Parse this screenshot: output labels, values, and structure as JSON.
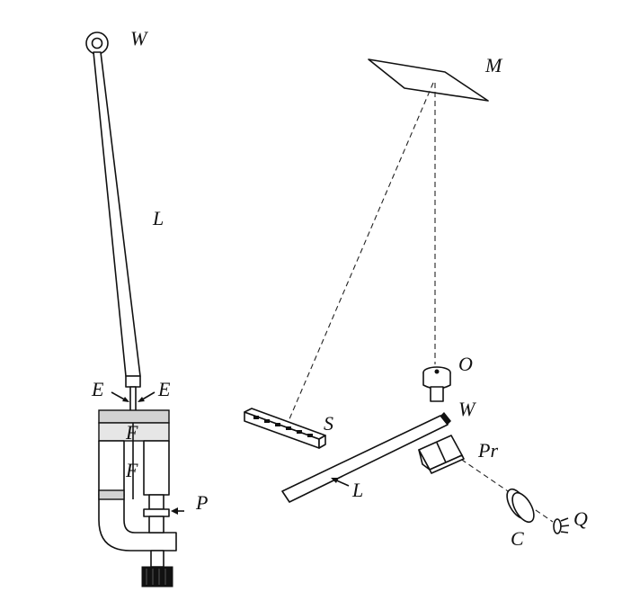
{
  "labels": {
    "left_w": "W",
    "left_l": "L",
    "e_left": "E",
    "e_right": "E",
    "f_upper": "F",
    "f_lower": "F",
    "p": "P",
    "m": "M",
    "o": "O",
    "right_w": "W",
    "s": "S",
    "pr": "Pr",
    "right_l": "L",
    "c": "C",
    "q": "Q"
  },
  "colors": {
    "ink": "#111111",
    "shade": "#d2d2d2",
    "background": "#ffffff"
  }
}
